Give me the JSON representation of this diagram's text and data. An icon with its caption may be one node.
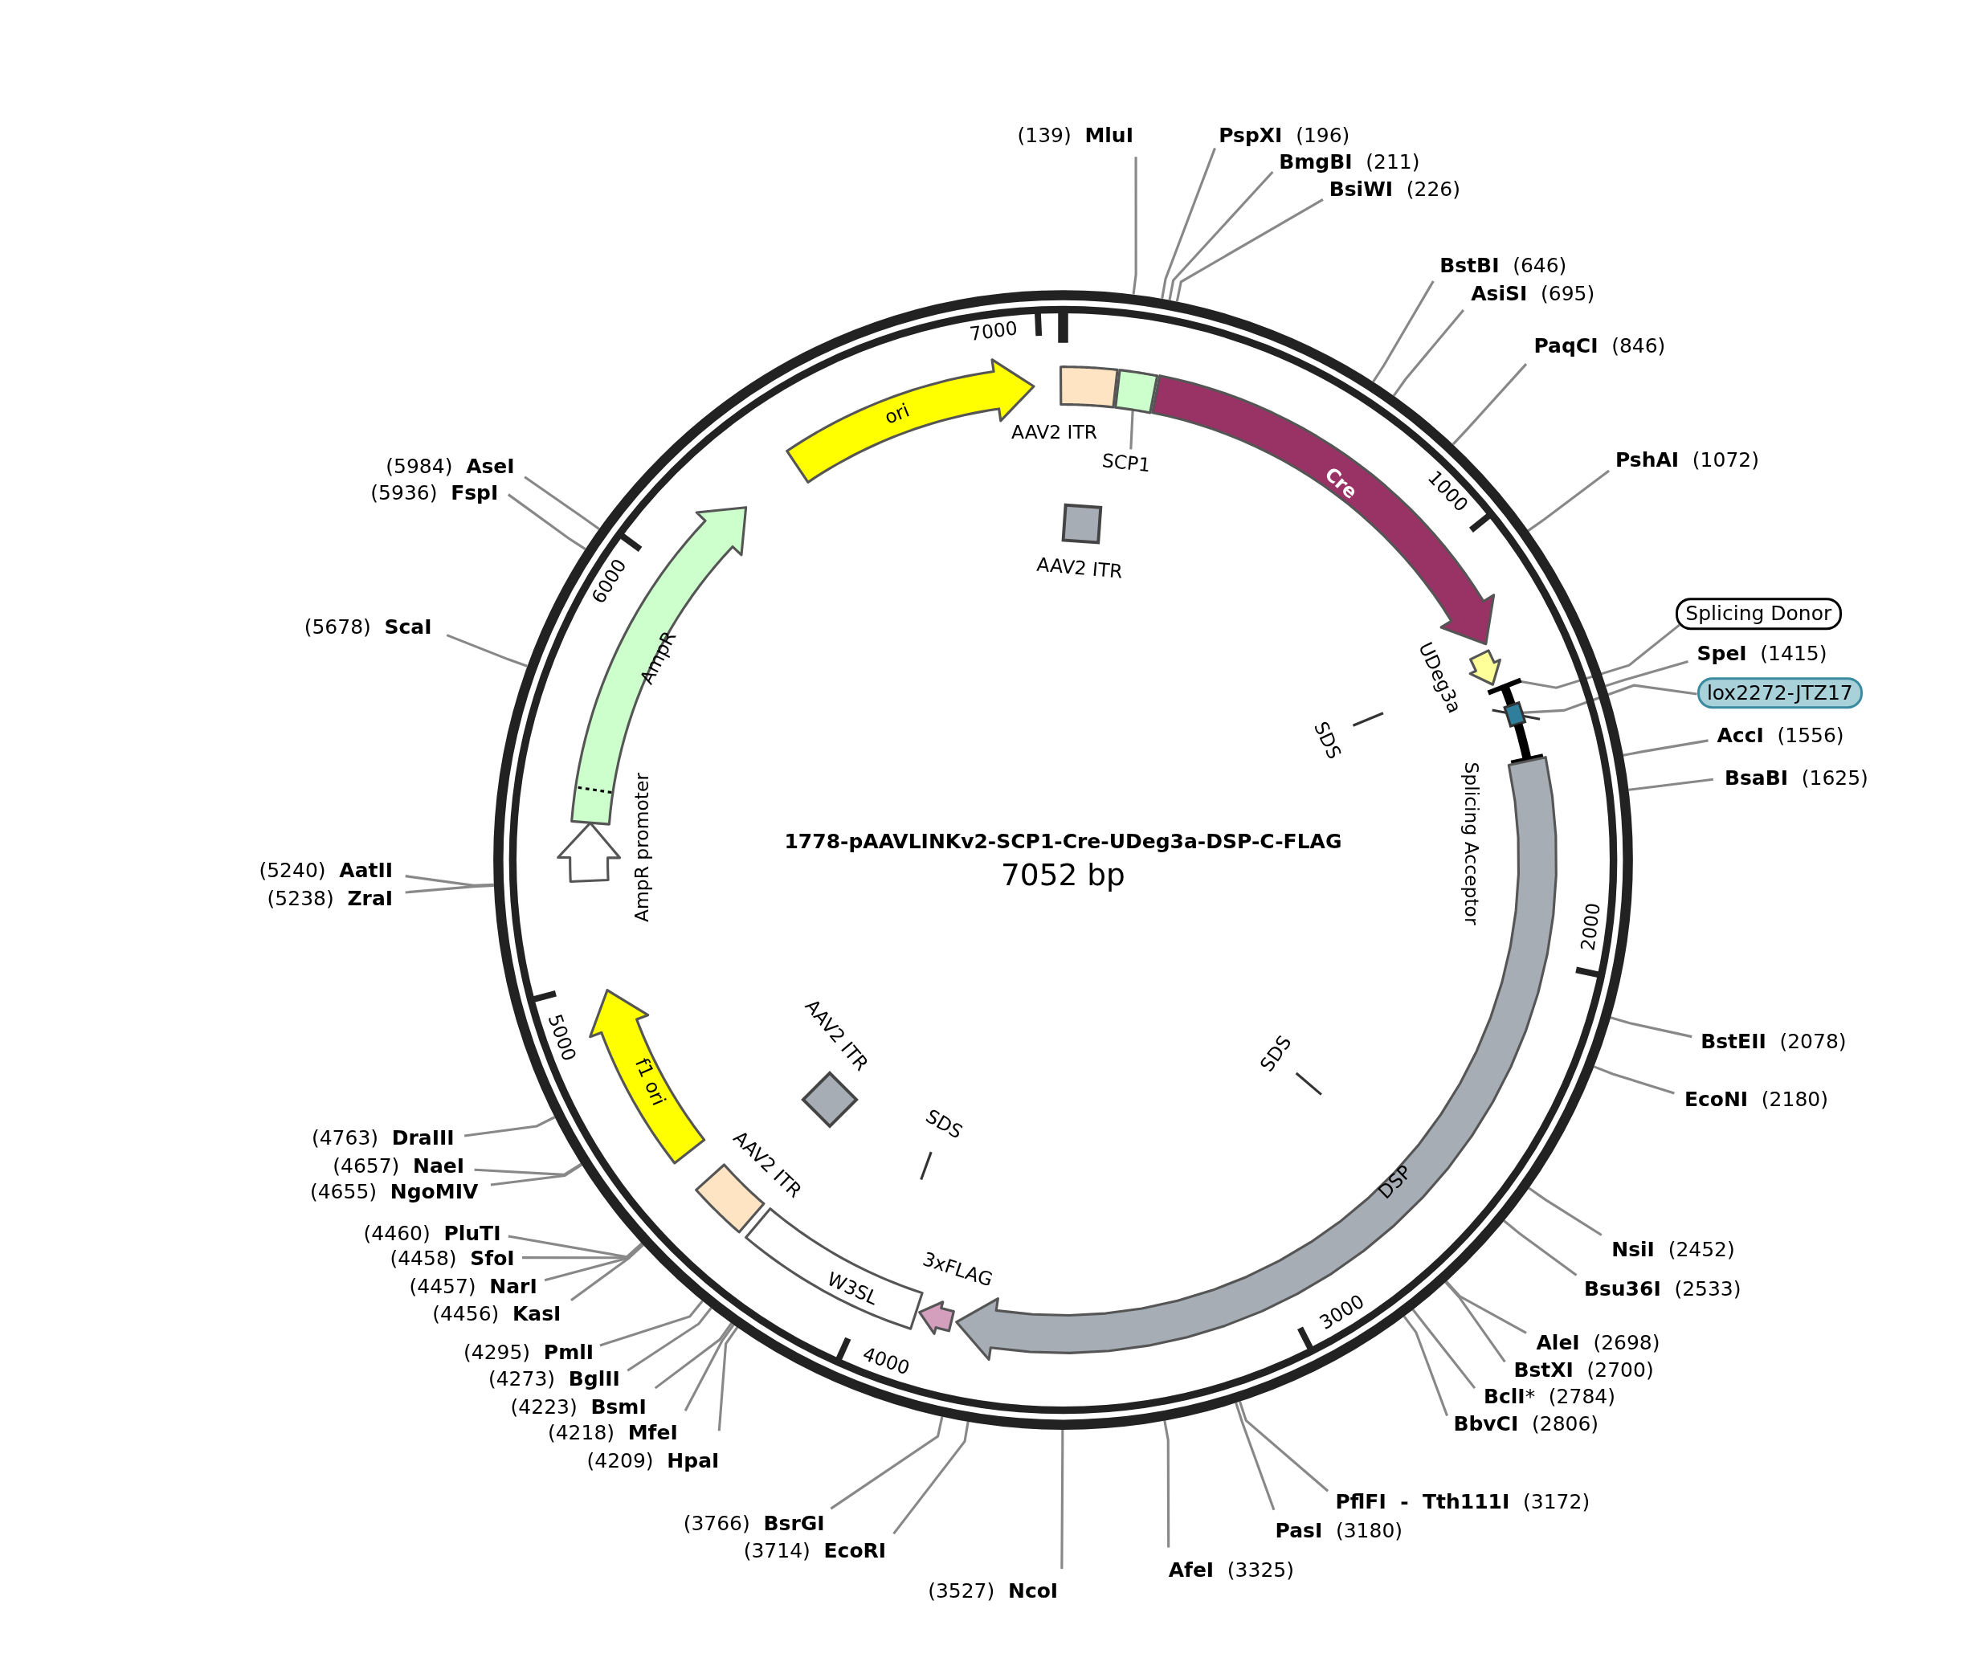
{
  "diagram": {
    "title": "1778-pAAVLINKv2-SCP1-Cre-UDeg3a-DSP-C-FLAG",
    "nodes": [
      {
        "text": [],
        "shape": "circle"
      },
      {
        "text": [
          "(139) **MluI**"
        ]
      },
      {
        "text": [
          "**PspXI** (196)"
        ]
      },
      {
        "text": [
          "**BmgBI** (211)"
        ]
      },
      {
        "text": [
          "**BsiWI** (226)"
        ]
      },
      {
        "text": [
          "**BstBI** (646)"
        ]
      },
      {
        "text": [
          "**AsiSI** (695)"
        ]
      },
      {
        "text": [
          "**PaqCI** (846)"
        ]
      },
      {
        "text": [
          "**PshAI** (1072)"
        ]
      },
      {
        "text": [
          "Splicing Donor"
        ]
      },
      {
        "text": [
          "**SpeI** (1415)"
        ]
      },
      {
        "text": [
          "lox2272-JTZ17"
        ]
      },
      {
        "text": [
          "**AccI** (1556)"
        ]
      },
      {
        "text": [
          "**BsaBI** (1625)"
        ]
      },
      {
        "text": [
          "**BstEII** (2078)"
        ]
      },
      {
        "text": [
          "**EcoNI** (2180)"
        ]
      },
      {
        "text": [
          "**NsiI** (2452)"
        ]
      },
      {
        "text": [
          "**Bsu36I** (2533)"
        ]
      },
      {
        "text": [
          "**AleI** (2698)"
        ]
      },
      {
        "text": [
          "**BstXI** (2700)"
        ]
      },
      {
        "text": [
          "**BclI*** (2784)"
        ]
      },
      {
        "text": [
          "**BbvCI** (2806)"
        ]
      },
      {
        "text": [
          "**PflFI - Tth111I** (3172)"
        ]
      },
      {
        "text": [
          "**PasI** (3180)"
        ]
      },
      {
        "text": [
          "**AfeI** (3325)"
        ]
      },
      {
        "text": [
          "(3527) **NcoI**"
        ]
      },
      {
        "text": [
          "(3714) **EcoRI**"
        ]
      },
      {
        "text": [
          "(3766) **BsrGI**"
        ]
      },
      {
        "text": [
          "(4209) **HpaI**"
        ]
      },
      {
        "text": [
          "(4218) **MfeI**"
        ]
      },
      {
        "text": [
          "(4223) **BsmI**"
        ]
      },
      {
        "text": [
          "(4273) **BglII**"
        ]
      },
      {
        "text": [
          "(4295) **PmlI**"
        ]
      },
      {
        "text": [
          "(4456) **KasI**"
        ]
      },
      {
        "text": [
          "(4457) **NarI**"
        ]
      },
      {
        "text": [
          "(4458) **SfoI**"
        ]
      },
      {
        "text": [
          "(4460) **PluTI**"
        ]
      },
      {
        "text": [
          "(4655) **NgoMIV**"
        ]
      },
      {
        "text": [
          "(4657) **NaeI**"
        ]
      },
      {
        "text": [
          "(4763) **DraIII**"
        ]
      },
      {
        "text": [
          "(5238) **ZraI**"
        ]
      },
      {
        "text": [
          "(5240) **AatII**"
        ]
      },
      {
        "text": [
          "(5678) **ScaI**"
        ]
      },
      {
        "text": [
          "(5936) **FspI**"
        ]
      },
      {
        "text": [
          "(5984) **AseI**"
        ]
      },
      {
        "text": [
          "AAV2 ITR"
        ],
        "in": 0
      },
      {
        "text": [],
        "shape": "box",
        "in": 0
      },
      {
        "text": [
          "SCP1"
        ],
        "in": 0
      },
      {
        "text": [
          "Cre"
        ],
        "in": 0
      },
      {
        "text": [
          "UDeg3a"
        ],
        "in": 0
      },
      {
        "text": [],
        "shape": "bar",
        "in": 0
      },
      {
        "text": [],
        "shape": "box",
        "in": 0
      },
      {
        "text": [
          "Splicing Acceptor"
        ],
        "in": 0
      },
      {
        "text": [
          "DSP"
        ],
        "in": 0
      },
      {
        "text": [
          "3xFLAG"
        ],
        "in": 0
      },
      {
        "text": [
          "W3SL"
        ],
        "in": 0
      },
      {
        "text": [
          "AAV2 ITR"
        ],
        "in": 0
      },
      {
        "text": [
          "f1 ori"
        ],
        "in": 0
      },
      {
        "text": [
          "AmpR promoter"
        ],
        "in": 0
      },
      {
        "text": [
          "AmpR"
        ],
        "in": 0
      },
      {
        "text": [
          "ori"
        ],
        "in": 0
      },
      {
        "text": [
          "AAV2 ITR"
        ],
        "in": 0
      },
      {
        "text": [
          "SDS"
        ],
        "in": 0
      },
      {
        "text": [
          "SDS"
        ],
        "in": 0
      },
      {
        "text": [
          "AAV2 ITR"
        ],
        "in": 0
      },
      {
        "text": [
          "SDS"
        ],
        "in": 0
      }
    ],
    "edges": [
      {
        "from": 1,
        "to": 0,
        "arrow": "none"
      },
      {
        "from": 2,
        "to": 0,
        "arrow": "none"
      },
      {
        "from": 3,
        "to": 0,
        "arrow": "none"
      },
      {
        "from": 4,
        "to": 0,
        "arrow": "none"
      },
      {
        "from": 5,
        "to": 0,
        "arrow": "none"
      },
      {
        "from": 6,
        "to": 0,
        "arrow": "none"
      },
      {
        "from": 7,
        "to": 0,
        "arrow": "none"
      },
      {
        "from": 8,
        "to": 0,
        "arrow": "none"
      },
      {
        "from": 9,
        "to": 50,
        "arrow": "none"
      },
      {
        "from": 10,
        "to": 0,
        "arrow": "none"
      },
      {
        "from": 11,
        "to": 51,
        "arrow": "none"
      },
      {
        "from": 12,
        "to": 0,
        "arrow": "none"
      },
      {
        "from": 13,
        "to": 0,
        "arrow": "none"
      },
      {
        "from": 14,
        "to": 0,
        "arrow": "none"
      },
      {
        "from": 15,
        "to": 0,
        "arrow": "none"
      },
      {
        "from": 16,
        "to": 0,
        "arrow": "none"
      },
      {
        "from": 17,
        "to": 0,
        "arrow": "none"
      },
      {
        "from": 18,
        "to": 0,
        "arrow": "none"
      },
      {
        "from": 19,
        "to": 0,
        "arrow": "none"
      },
      {
        "from": 20,
        "to": 0,
        "arrow": "none"
      },
      {
        "from": 21,
        "to": 0,
        "arrow": "none"
      },
      {
        "from": 22,
        "to": 0,
        "arrow": "none"
      },
      {
        "from": 23,
        "to": 0,
        "arrow": "none"
      },
      {
        "from": 24,
        "to": 0,
        "arrow": "none"
      },
      {
        "from": 25,
        "to": 0,
        "arrow": "none"
      },
      {
        "from": 26,
        "to": 0,
        "arrow": "none"
      },
      {
        "from": 27,
        "to": 0,
        "arrow": "none"
      },
      {
        "from": 28,
        "to": 0,
        "arrow": "none"
      },
      {
        "from": 29,
        "to": 0,
        "arrow": "none"
      },
      {
        "from": 30,
        "to": 0,
        "arrow": "none"
      },
      {
        "from": 31,
        "to": 0,
        "arrow": "none"
      },
      {
        "from": 32,
        "to": 0,
        "arrow": "none"
      },
      {
        "from": 33,
        "to": 0,
        "arrow": "none"
      },
      {
        "from": 34,
        "to": 0,
        "arrow": "none"
      },
      {
        "from": 35,
        "to": 0,
        "arrow": "none"
      },
      {
        "from": 36,
        "to": 0,
        "arrow": "none"
      },
      {
        "from": 37,
        "to": 0,
        "arrow": "none"
      },
      {
        "from": 38,
        "to": 0,
        "arrow": "none"
      },
      {
        "from": 39,
        "to": 0,
        "arrow": "none"
      },
      {
        "from": 40,
        "to": 0,
        "arrow": "none"
      },
      {
        "from": 41,
        "to": 0,
        "arrow": "none"
      },
      {
        "from": 42,
        "to": 0,
        "arrow": "none"
      },
      {
        "from": 43,
        "to": 0,
        "arrow": "none"
      },
      {
        "from": 44,
        "to": 0,
        "arrow": "none"
      },
      {
        "from": 47,
        "to": 46,
        "arrow": "none"
      }
    ],
    "labels": [
      "7052 bp",
      "1000",
      "2000",
      "3000",
      "4000",
      "5000",
      "6000",
      "7000"
    ]
  }
}
